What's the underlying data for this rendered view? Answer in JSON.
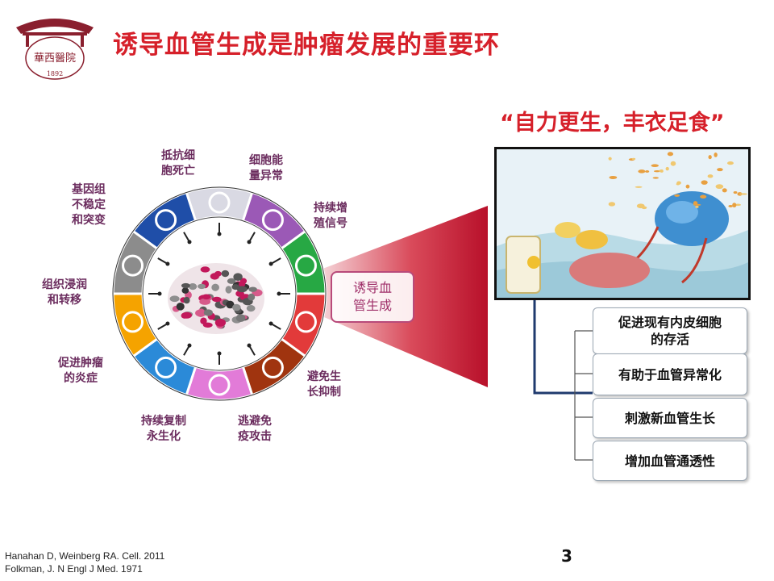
{
  "header": {
    "title": "诱导血管生成是肿瘤发展的重要环",
    "logo_text": "華西醫院",
    "logo_year": "1892"
  },
  "hallmarks": {
    "center_label": "诱导血\n管生成",
    "labels": [
      {
        "id": "resist-death",
        "text": "抵抗细\n胞死亡"
      },
      {
        "id": "energetics",
        "text": "细胞能\n量异常"
      },
      {
        "id": "proliferative-signaling",
        "text": "持续增\n殖信号"
      },
      {
        "id": "evade-growth-suppressors",
        "text": "避免生\n长抑制"
      },
      {
        "id": "immune-evasion",
        "text": "逃避免\n疫攻击"
      },
      {
        "id": "replicative-immortality",
        "text": "持续复制\n永生化"
      },
      {
        "id": "inflammation",
        "text": "促进肿瘤\n的炎症"
      },
      {
        "id": "invasion-metastasis",
        "text": "组织浸润\n和转移"
      },
      {
        "id": "genome-instability",
        "text": "基因组\n不稳定\n和突变"
      }
    ],
    "segment_colors": [
      "#d9d9e3",
      "#9b59b6",
      "#27a844",
      "#e23a3a",
      "#a0340f",
      "#e27bd8",
      "#2b8ad8",
      "#f5a300",
      "#8c8c8c",
      "#1f4ea8"
    ],
    "segment_icons": [
      "cross-icon",
      "atom-icon",
      "arrow-icon",
      "vessel-icon",
      "circle-bar-icon",
      "virus-icon",
      "infinity-icon",
      "flame-icon",
      "figure-icon",
      "dna-icon"
    ]
  },
  "quote": "“自力更生，丰衣足食”",
  "effects": [
    "促进现有内皮细胞\n的存活",
    "有助于血管异常化",
    "刺激新血管生长",
    "增加血管通透性"
  ],
  "references": [
    "Hanahan D, Weinberg  RA. Cell. 2011",
    "Folkman,  J. N Engl J Med. 1971"
  ],
  "page_number": "3"
}
